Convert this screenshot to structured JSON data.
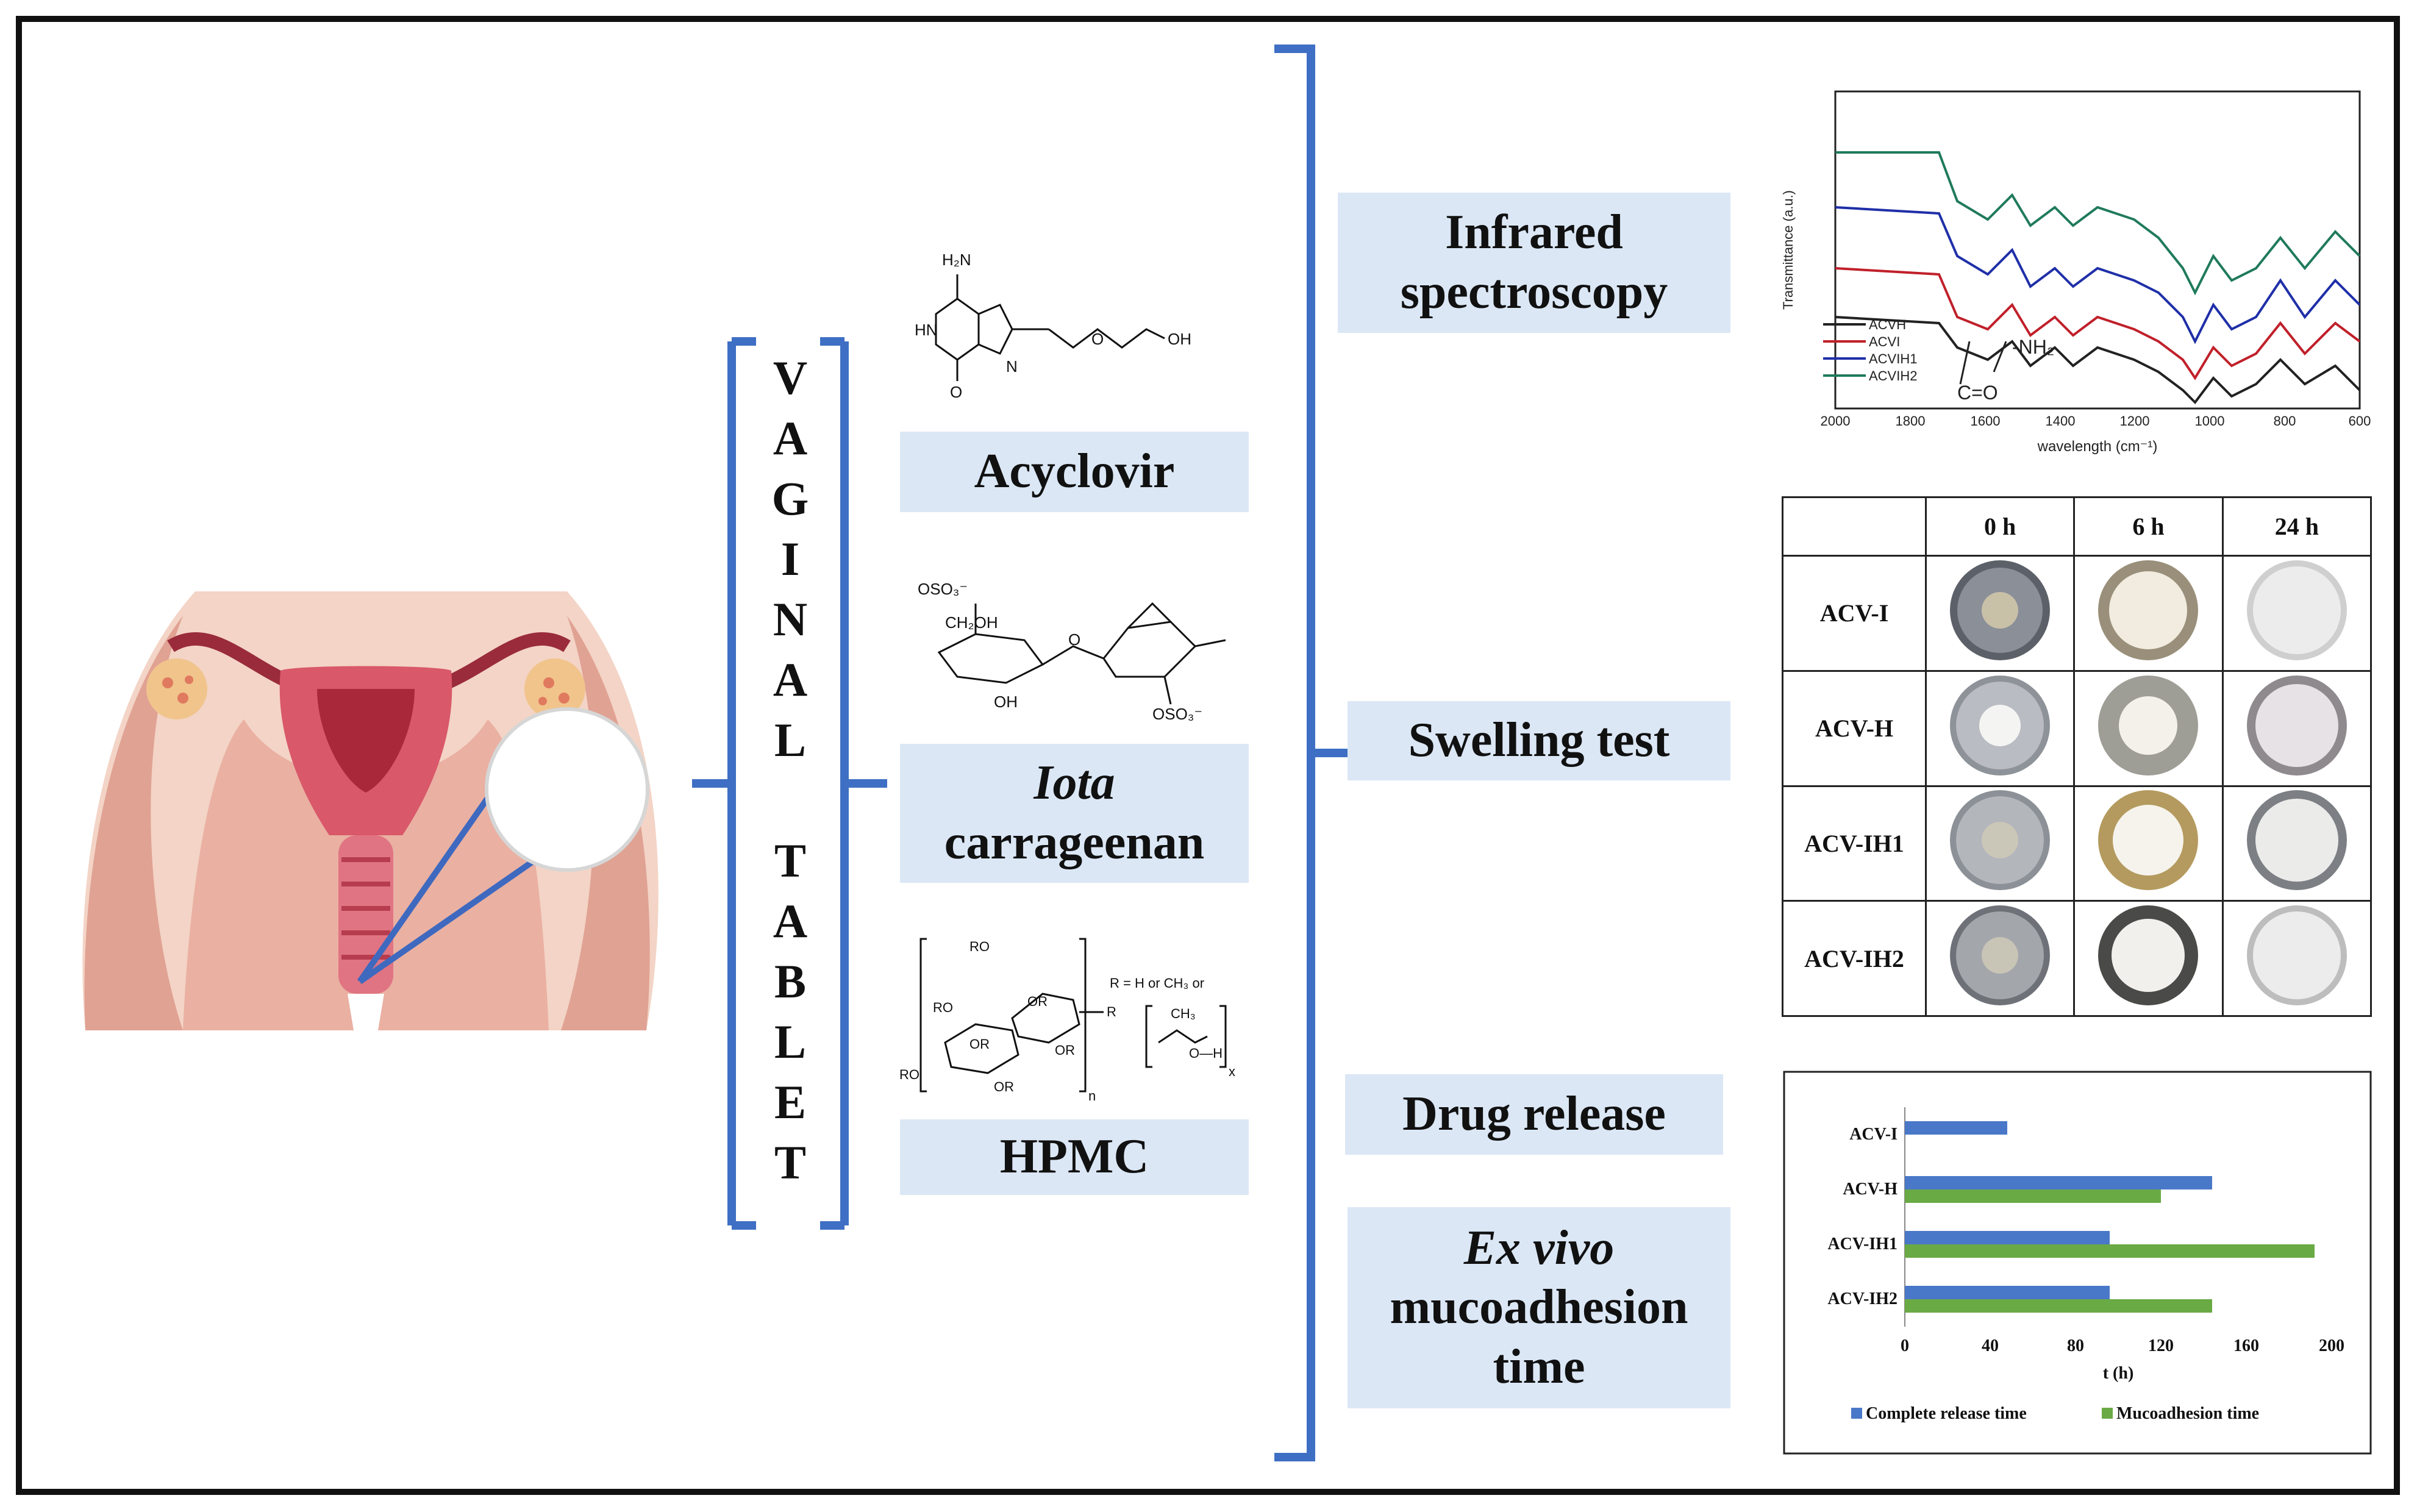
{
  "vaginal_tablet": {
    "letters": [
      "V",
      "A",
      "G",
      "I",
      "N",
      "A",
      "L",
      "",
      "T",
      "A",
      "B",
      "L",
      "E",
      "T"
    ]
  },
  "ingredients": {
    "acyclovir": "Acyclovir",
    "iota_italic": "Iota",
    "carrageenan": "carrageenan",
    "hpmc": "HPMC"
  },
  "structures": {
    "acyclovir": {
      "h2n": "H₂N",
      "hn": "HN",
      "n": "N",
      "o_ring": "O",
      "oh": "OH"
    },
    "iota": {
      "oso3_top": "OSO₃⁻",
      "ch2oh": "CH₂OH",
      "o": "O",
      "oh": "OH",
      "oso3_bottom": "OSO₃⁻"
    },
    "hpmc": {
      "ro": "RO",
      "or": "OR",
      "r_def": "R = H or CH₃ or",
      "ch3": "CH₃",
      "oh": "O—H",
      "n": "n",
      "x": "x",
      "r": "R"
    }
  },
  "tests": {
    "infrared_1": "Infrared",
    "infrared_2": "spectroscopy",
    "swelling": "Swelling test",
    "drug_release": "Drug release",
    "exvivo_italic": "Ex vivo",
    "exvivo_2": "mucoadhesion",
    "exvivo_3": "time"
  },
  "ir_chart": {
    "ylabel": "Transmittance (a.u.)",
    "xlabel": "wavelength (cm⁻¹)",
    "ticks": [
      "2000",
      "1800",
      "1600",
      "1400",
      "1200",
      "1000",
      "800",
      "600"
    ],
    "annotations": {
      "nh2": "-NH₂",
      "co": "C=O"
    },
    "legend": [
      {
        "name": "ACVH",
        "color": "#222222"
      },
      {
        "name": "ACVI",
        "color": "#c0202a"
      },
      {
        "name": "ACVIH1",
        "color": "#1f2fa8"
      },
      {
        "name": "ACVIH2",
        "color": "#1f7a5c"
      }
    ]
  },
  "swelling_table": {
    "headers": [
      "",
      "0 h",
      "6 h",
      "24 h"
    ],
    "rows": [
      "ACV-I",
      "ACV-H",
      "ACV-IH1",
      "ACV-IH2"
    ]
  },
  "chart_data": {
    "type": "bar",
    "orientation": "horizontal",
    "categories": [
      "ACV-I",
      "ACV-H",
      "ACV-IH1",
      "ACV-IH2"
    ],
    "series": [
      {
        "name": "Complete release time",
        "color": "#4a78c8",
        "values": [
          48,
          144,
          96,
          96
        ]
      },
      {
        "name": "Mucoadhesion time",
        "color": "#6aaa45",
        "values": [
          0,
          120,
          192,
          144
        ]
      }
    ],
    "xlabel": "t (h)",
    "xticks": [
      0,
      40,
      80,
      120,
      160,
      200
    ],
    "xlim": [
      0,
      200
    ],
    "legend_position": "bottom"
  }
}
